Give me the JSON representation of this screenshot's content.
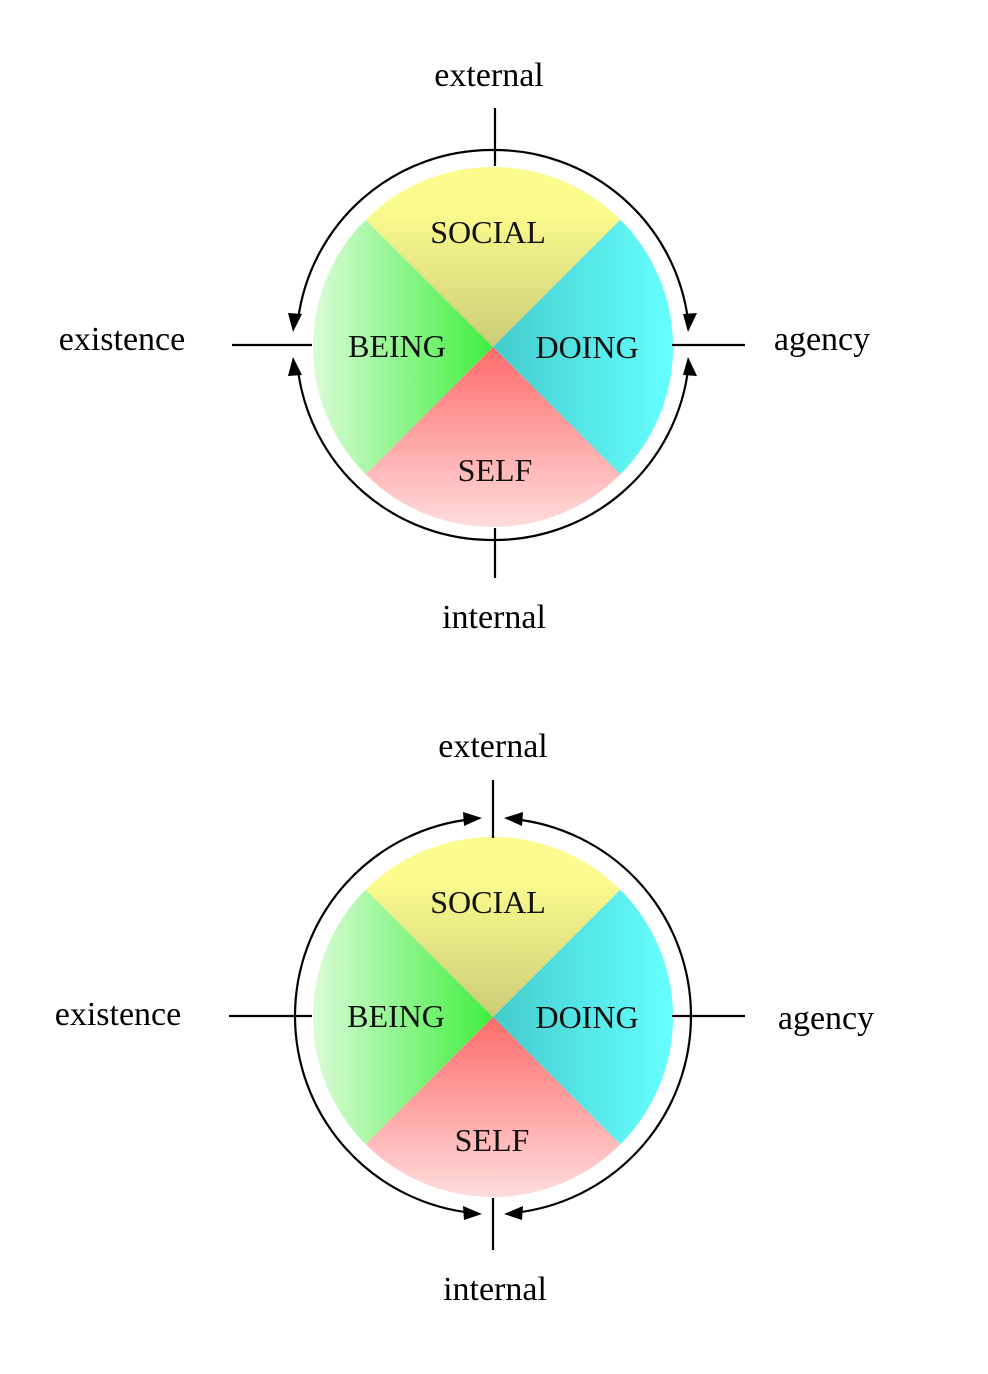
{
  "diagrams": [
    {
      "axes": {
        "top": "external",
        "bottom": "internal",
        "left": "existence",
        "right": "agency"
      },
      "quadrants": {
        "top": "SOCIAL",
        "left": "BEING",
        "right": "DOING",
        "bottom": "SELF"
      },
      "arrow_direction": "toward horizontal axis (existence / agency)"
    },
    {
      "axes": {
        "top": "external",
        "bottom": "internal",
        "left": "existence",
        "right": "agency"
      },
      "quadrants": {
        "top": "SOCIAL",
        "left": "BEING",
        "right": "DOING",
        "bottom": "SELF"
      },
      "arrow_direction": "toward vertical axis (external / internal)"
    }
  ],
  "colors": {
    "social": "#f3f28a",
    "social_center": "#d4d47a",
    "being": "#4fef4f",
    "being_edge": "#d8fad8",
    "doing": "#60f4f4",
    "doing_center": "#4ad8d8",
    "self": "#ff7a7a",
    "self_edge": "#ffd6d6"
  }
}
